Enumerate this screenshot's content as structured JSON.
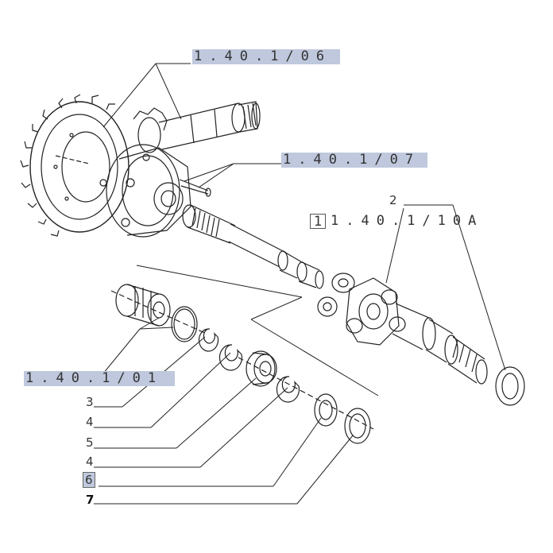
{
  "references": {
    "ref_top": "1.40.1/06",
    "ref_right": "1.40.1/07",
    "ref_mid_prefix": "1",
    "ref_mid": "1.40.1/10A",
    "ref_left": "1.40.1/01"
  },
  "callouts": {
    "c2": "2",
    "c3": "3",
    "c4a": "4",
    "c5": "5",
    "c4b": "4",
    "c6": "6",
    "c7": "7"
  },
  "colors": {
    "highlight": "#bfc8dd",
    "line": "#222222"
  }
}
